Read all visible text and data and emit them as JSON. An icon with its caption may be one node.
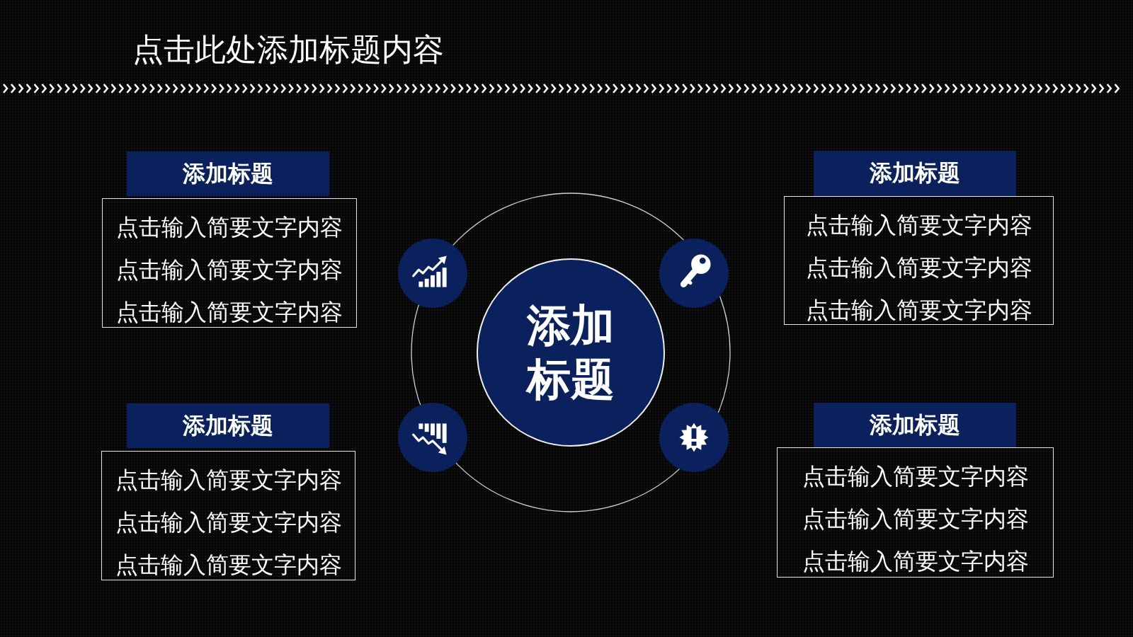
{
  "diagram": {
    "title": "点击此处添加标题内容",
    "nodes": [
      {
        "text": [
          "添加标题"
        ]
      },
      {
        "text": [
          "点击输入简要文字内容",
          "点击输入简要文字内容",
          "点击输入简要文字内容"
        ]
      },
      {
        "text": [
          "添加标题"
        ]
      },
      {
        "text": [
          "点击输入简要文字内容",
          "点击输入简要文字内容",
          "点击输入简要文字内容"
        ]
      },
      {
        "text": [],
        "shape": "circle"
      },
      {
        "text": [],
        "shape": "circle"
      },
      {
        "text": [
          "添加标题"
        ]
      },
      {
        "text": [],
        "shape": "circle"
      },
      {
        "text": [],
        "shape": "circle"
      },
      {
        "text": [
          "添加标题"
        ]
      },
      {
        "text": [
          "点击输入简要文字内容",
          "点击输入简要文字内容",
          "点击输入简要文字内容"
        ]
      },
      {
        "text": [
          "添加标题"
        ]
      },
      {
        "text": [
          "点击输入简要文字内容",
          "点击输入简要文字内容",
          "点击输入简要文字内容"
        ]
      }
    ]
  }
}
